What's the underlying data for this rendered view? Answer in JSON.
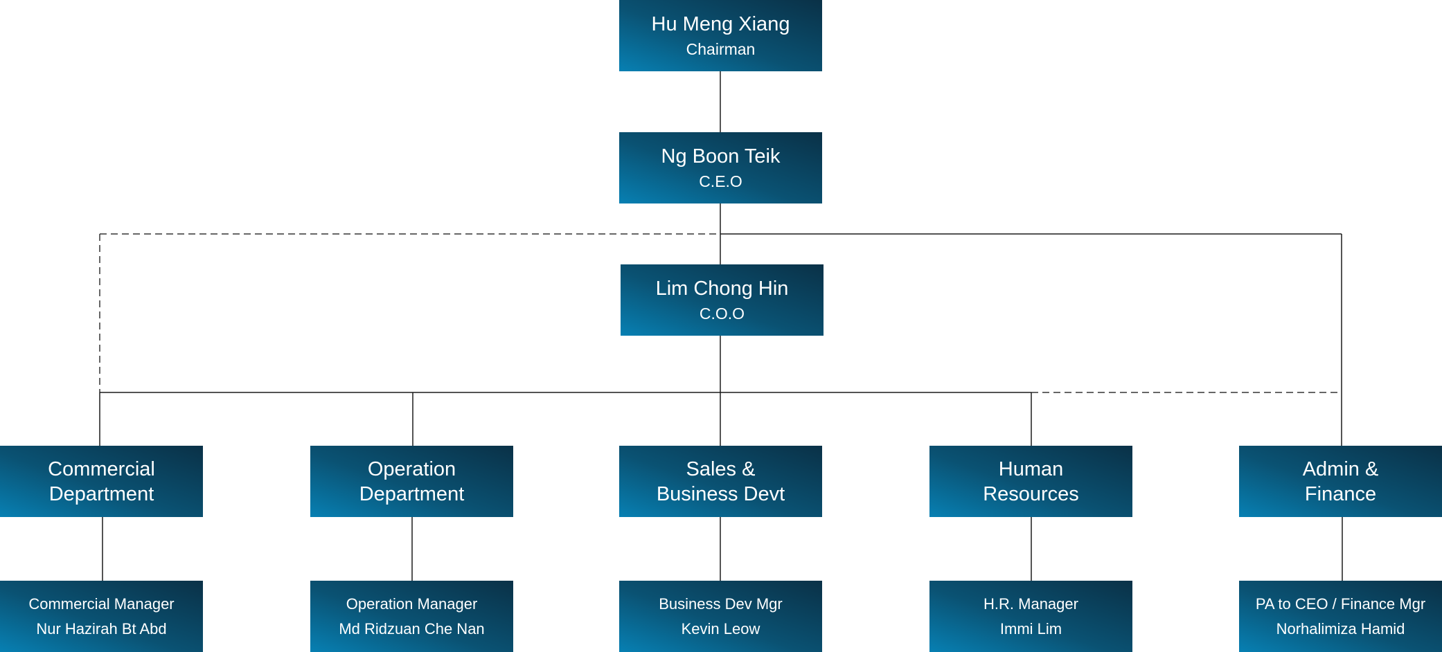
{
  "chairman": {
    "name": "Hu Meng Xiang",
    "title": "Chairman"
  },
  "ceo": {
    "name": "Ng Boon Teik",
    "title": "C.E.O"
  },
  "coo": {
    "name": "Lim Chong Hin",
    "title": "C.O.O"
  },
  "departments": [
    {
      "line1": "Commercial",
      "line2": "Department"
    },
    {
      "line1": "Operation",
      "line2": "Department"
    },
    {
      "line1": "Sales &",
      "line2": "Business Devt"
    },
    {
      "line1": "Human",
      "line2": "Resources"
    },
    {
      "line1": "Admin &",
      "line2": "Finance"
    }
  ],
  "managers": [
    {
      "title": "Commercial Manager",
      "name": "Nur Hazirah Bt Abd"
    },
    {
      "title": "Operation Manager",
      "name": "Md Ridzuan Che Nan"
    },
    {
      "title": "Business Dev Mgr",
      "name": "Kevin Leow"
    },
    {
      "title": "H.R. Manager",
      "name": "Immi Lim"
    },
    {
      "title": "PA to CEO / Finance Mgr",
      "name": "Norhalimiza Hamid"
    }
  ],
  "colors": {
    "box_gradient_light": "#0780b3",
    "box_gradient_dark": "#0a3147",
    "connector": "#1a1a1a",
    "text": "#ffffff"
  }
}
